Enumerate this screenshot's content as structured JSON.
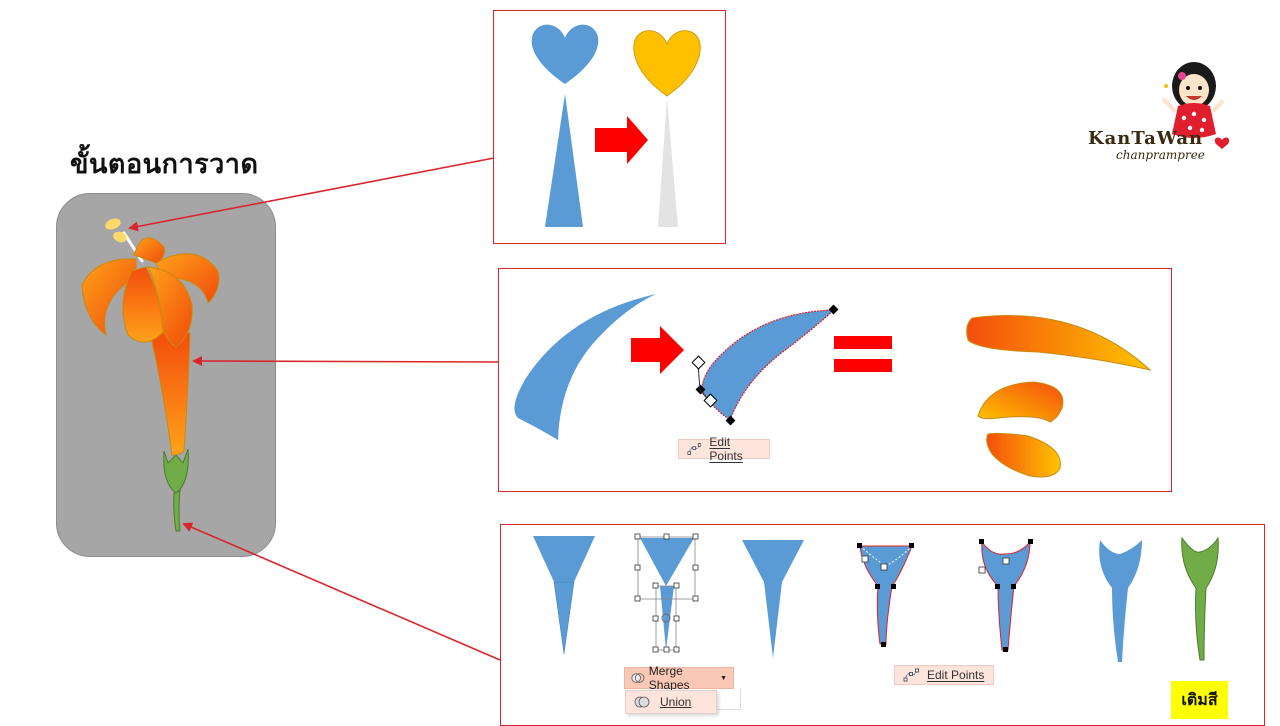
{
  "title": "ขั้นตอนการวาด",
  "logo": {
    "line1": "KanTaWan",
    "line2": "chanprampree"
  },
  "panel2": {
    "edit_points_label": "Edit Points"
  },
  "panel3": {
    "merge_shapes_label": "Merge Shapes",
    "union_label": "Union",
    "edit_points_label": "Edit Points",
    "fill_label": "เติมสี"
  },
  "colors": {
    "accent_red": "#d9262c",
    "shape_blue": "#5b9bd5",
    "petal_orange": "#f26a10",
    "stem_green": "#70ad47",
    "heart_yellow": "#ffc000",
    "frame_gray": "#a6a6a6"
  },
  "icons": [
    "edit-points-icon",
    "merge-shapes-icon",
    "union-icon",
    "arrow-right-icon",
    "equals-icon",
    "chevron-down-icon"
  ]
}
